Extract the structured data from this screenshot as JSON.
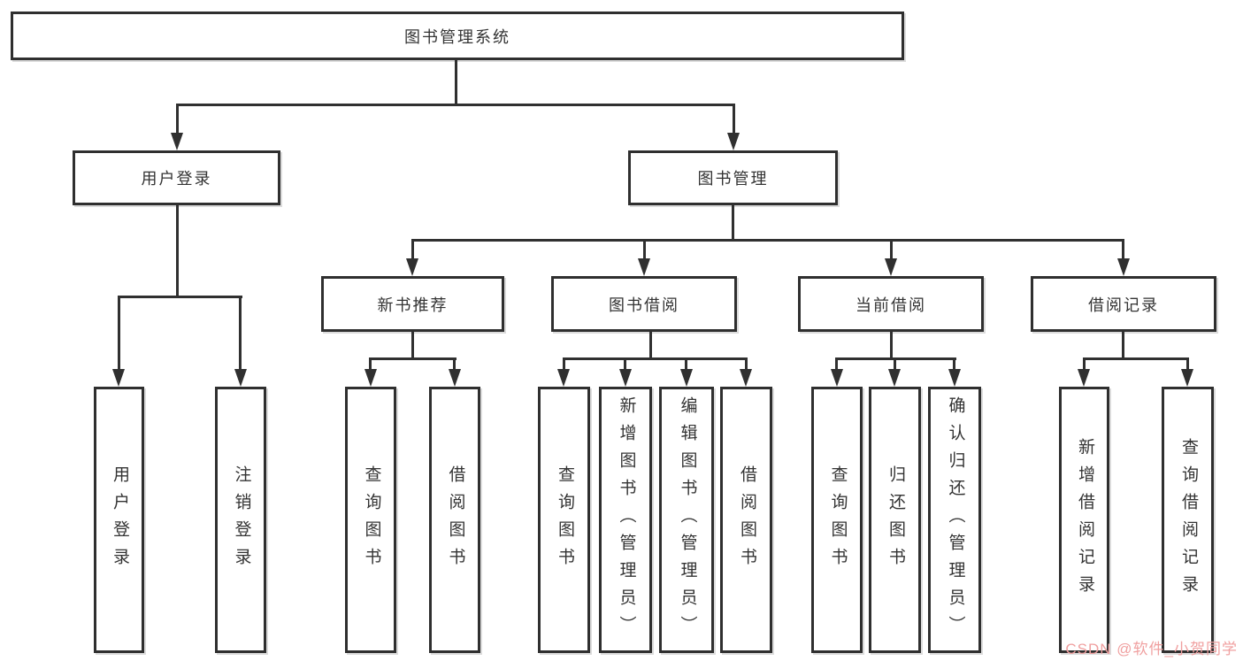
{
  "diagram": {
    "root": {
      "label": "图书管理系统"
    },
    "level1": [
      {
        "label": "用户登录"
      },
      {
        "label": "图书管理"
      }
    ],
    "level2": [
      {
        "label": "新书推荐"
      },
      {
        "label": "图书借阅"
      },
      {
        "label": "当前借阅"
      },
      {
        "label": "借阅记录"
      }
    ],
    "leaves": {
      "user_login": [
        {
          "label": "用户登录"
        },
        {
          "label": "注销登录"
        }
      ],
      "new_books": [
        {
          "label": "查询图书"
        },
        {
          "label": "借阅图书"
        }
      ],
      "book_borrow": [
        {
          "label": "查询图书"
        },
        {
          "label": "新增图书（管理员）"
        },
        {
          "label": "编辑图书（管理员）"
        },
        {
          "label": "借阅图书"
        }
      ],
      "current_borrow": [
        {
          "label": "查询图书"
        },
        {
          "label": "归还图书"
        },
        {
          "label": "确认归还（管理员）"
        }
      ],
      "borrow_records": [
        {
          "label": "新增借阅记录"
        },
        {
          "label": "查询借阅记录"
        }
      ]
    }
  },
  "watermark": {
    "text": "CSDN @软件_小贺同学",
    "color": "#f0a0a0"
  },
  "colors": {
    "line": "#303030",
    "text": "#333333",
    "background": "#ffffff"
  }
}
